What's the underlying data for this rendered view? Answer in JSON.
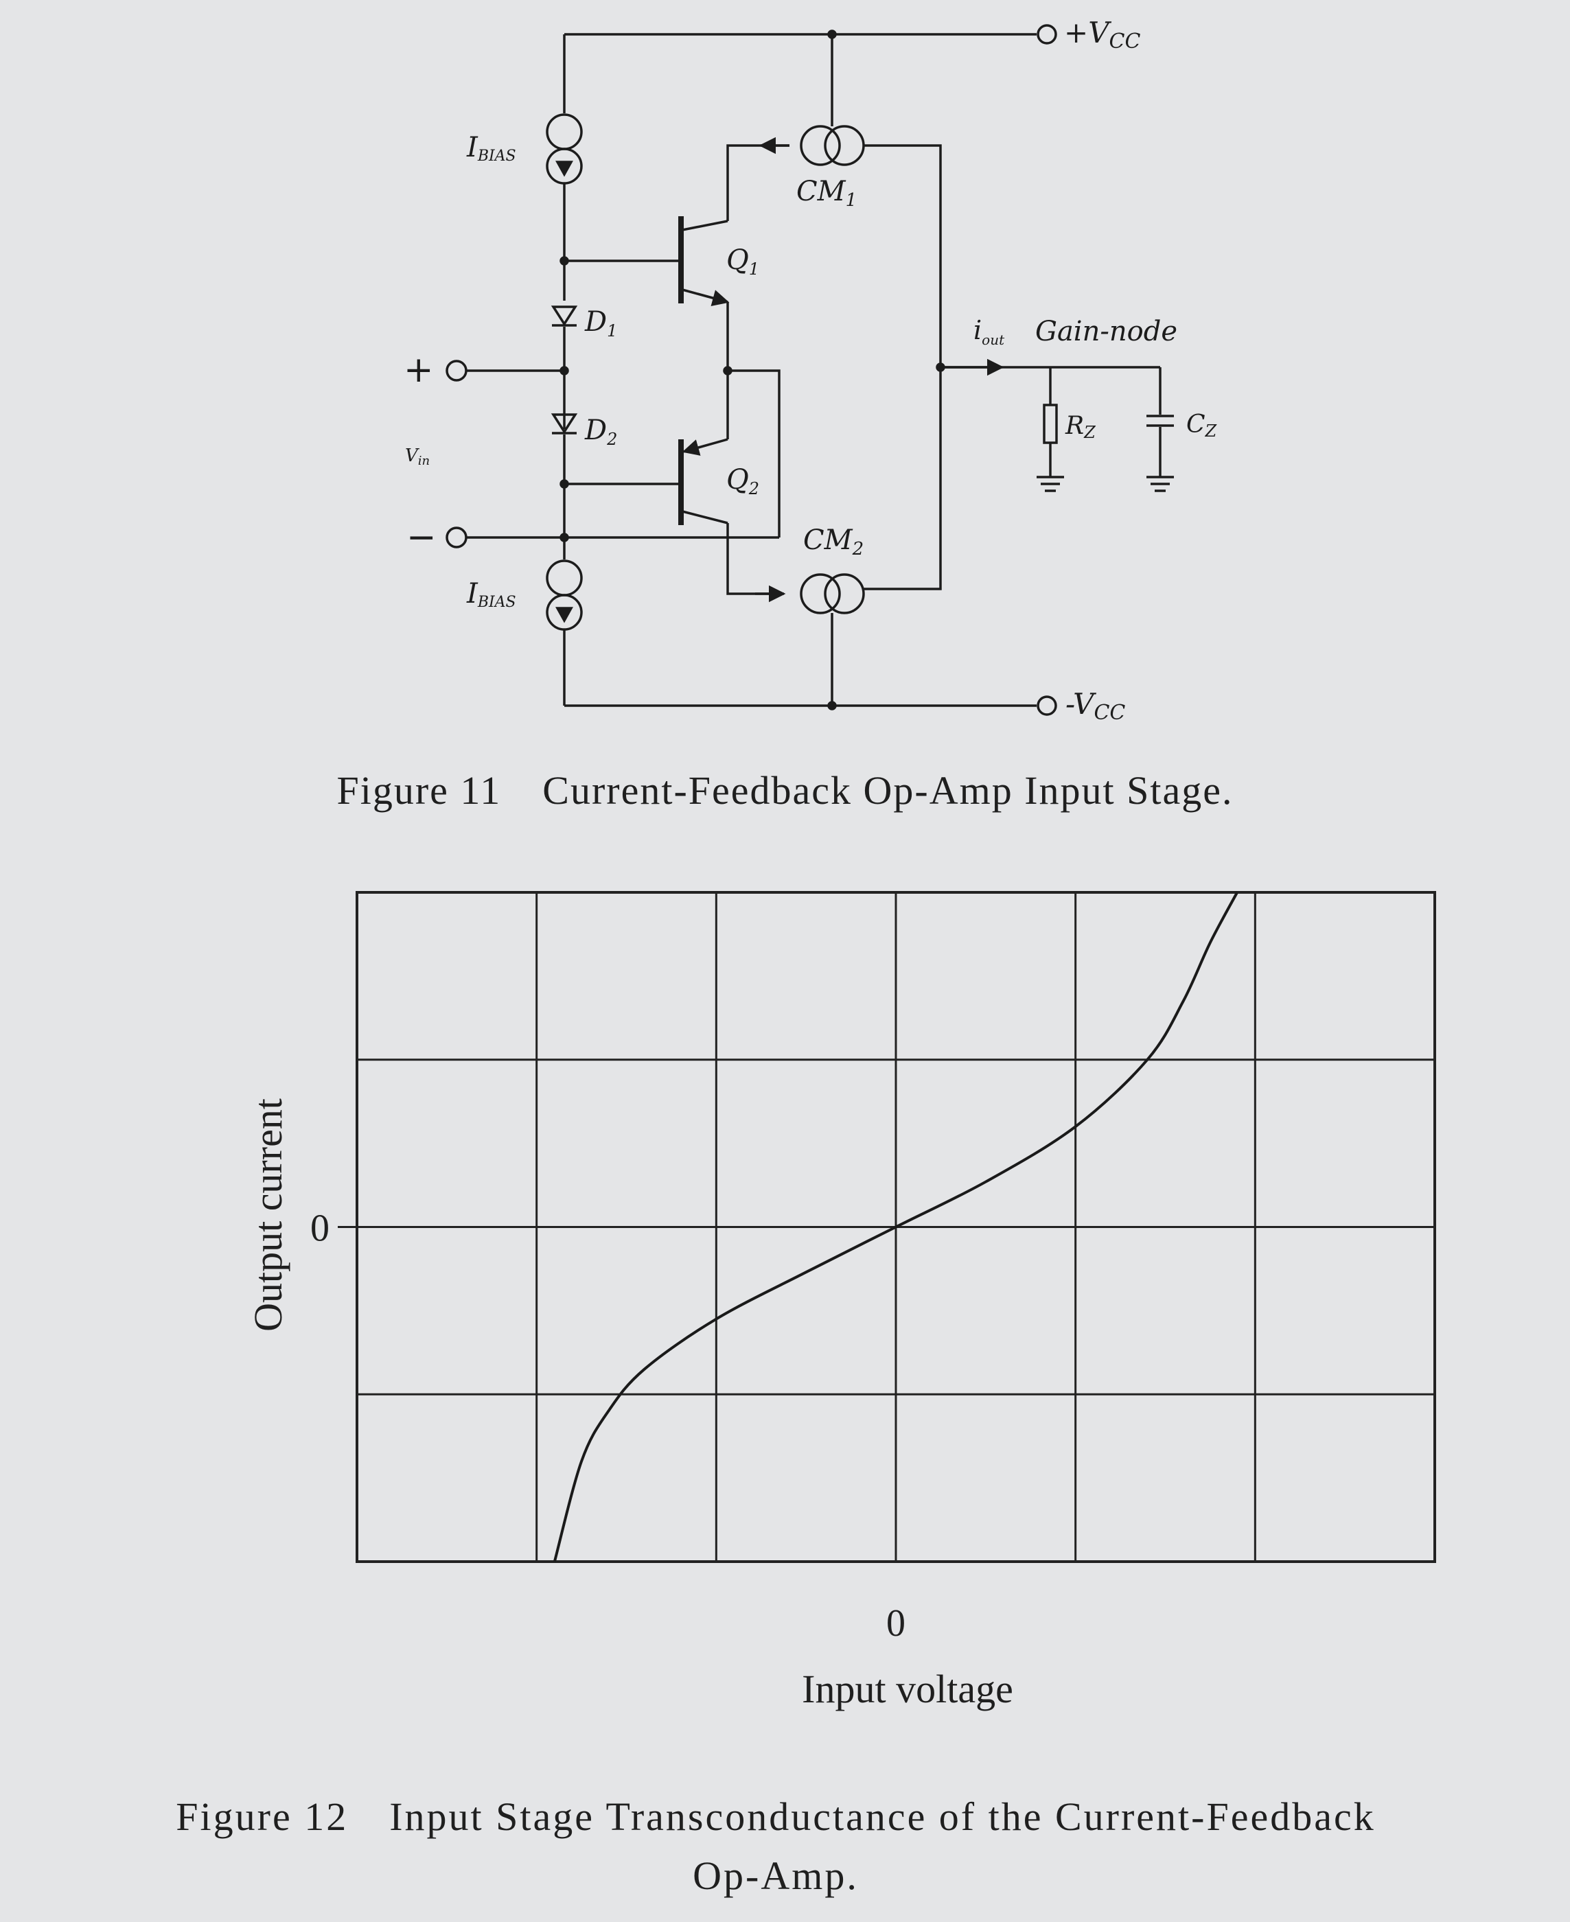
{
  "figure11": {
    "caption_number": "Figure 11",
    "caption_text": "Current-Feedback Op-Amp Input Stage.",
    "labels": {
      "vcc_pos": "+V",
      "vcc_pos_sub": "CC",
      "vcc_neg": "-V",
      "vcc_neg_sub": "CC",
      "ibias_top": "I",
      "ibias_top_sub": "BIAS",
      "ibias_bottom": "I",
      "ibias_bottom_sub": "BIAS",
      "cm1": "CM",
      "cm1_sub": "1",
      "cm2": "CM",
      "cm2_sub": "2",
      "q1": "Q",
      "q1_sub": "1",
      "q2": "Q",
      "q2_sub": "2",
      "d1": "D",
      "d1_sub": "1",
      "d2": "D",
      "d2_sub": "2",
      "iout": "i",
      "iout_sub": "out",
      "gain_node": "Gain-node",
      "rz": "R",
      "rz_sub": "Z",
      "cz": "C",
      "cz_sub": "Z",
      "vin": "V",
      "vin_sub": "in",
      "plus": "+",
      "minus": "−"
    }
  },
  "figure12": {
    "caption_number": "Figure 12",
    "caption_line1": "Input Stage Transconductance of the Current-Feedback",
    "caption_line2": "Op-Amp."
  },
  "chart_data": {
    "type": "line",
    "title": "",
    "xlabel": "Input voltage",
    "ylabel": "Output current",
    "x_tick_labels": [
      "0"
    ],
    "y_tick_labels": [
      "0"
    ],
    "xlim": [
      -3,
      3
    ],
    "ylim": [
      -2,
      2
    ],
    "grid": true,
    "series": [
      {
        "x": [
          -1.9,
          -1.75,
          -1.6,
          -1.4,
          -1.0,
          -0.5,
          0,
          0.5,
          1.0,
          1.4,
          1.6,
          1.75,
          1.9
        ],
        "y": [
          -2.0,
          -1.4,
          -1.1,
          -0.85,
          -0.55,
          -0.27,
          0,
          0.27,
          0.6,
          1.0,
          1.35,
          1.7,
          2.0
        ]
      }
    ]
  }
}
